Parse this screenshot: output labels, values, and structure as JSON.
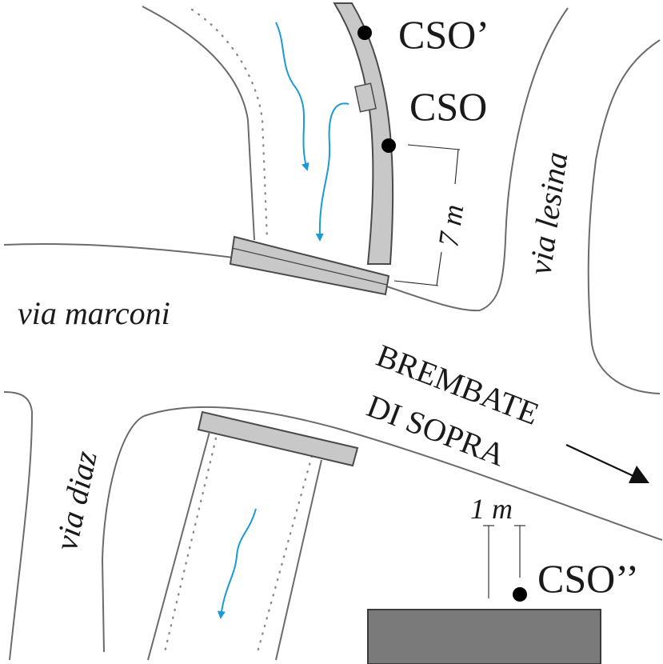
{
  "map": {
    "streets": {
      "marconi": "via marconi",
      "lesina": "via lesina",
      "diaz": "via diaz"
    },
    "town": {
      "line1": "BREMBATE",
      "line2": "DI SOPRA"
    },
    "points": {
      "cso_prime": "CSO’",
      "cso": "CSO",
      "cso_double_prime": "CSO’’"
    },
    "dimensions": {
      "upper": "7 m",
      "lower": "1 m"
    },
    "colors": {
      "flow_arrow": "#1a9ad6",
      "channel": "#c8c8c8",
      "building": "#7a7a7a",
      "road_edge": "#6b6b6b"
    },
    "icons": [
      "flow-arrow-icon",
      "direction-arrow-icon",
      "cso-point-icon",
      "dimension-line-icon"
    ]
  }
}
